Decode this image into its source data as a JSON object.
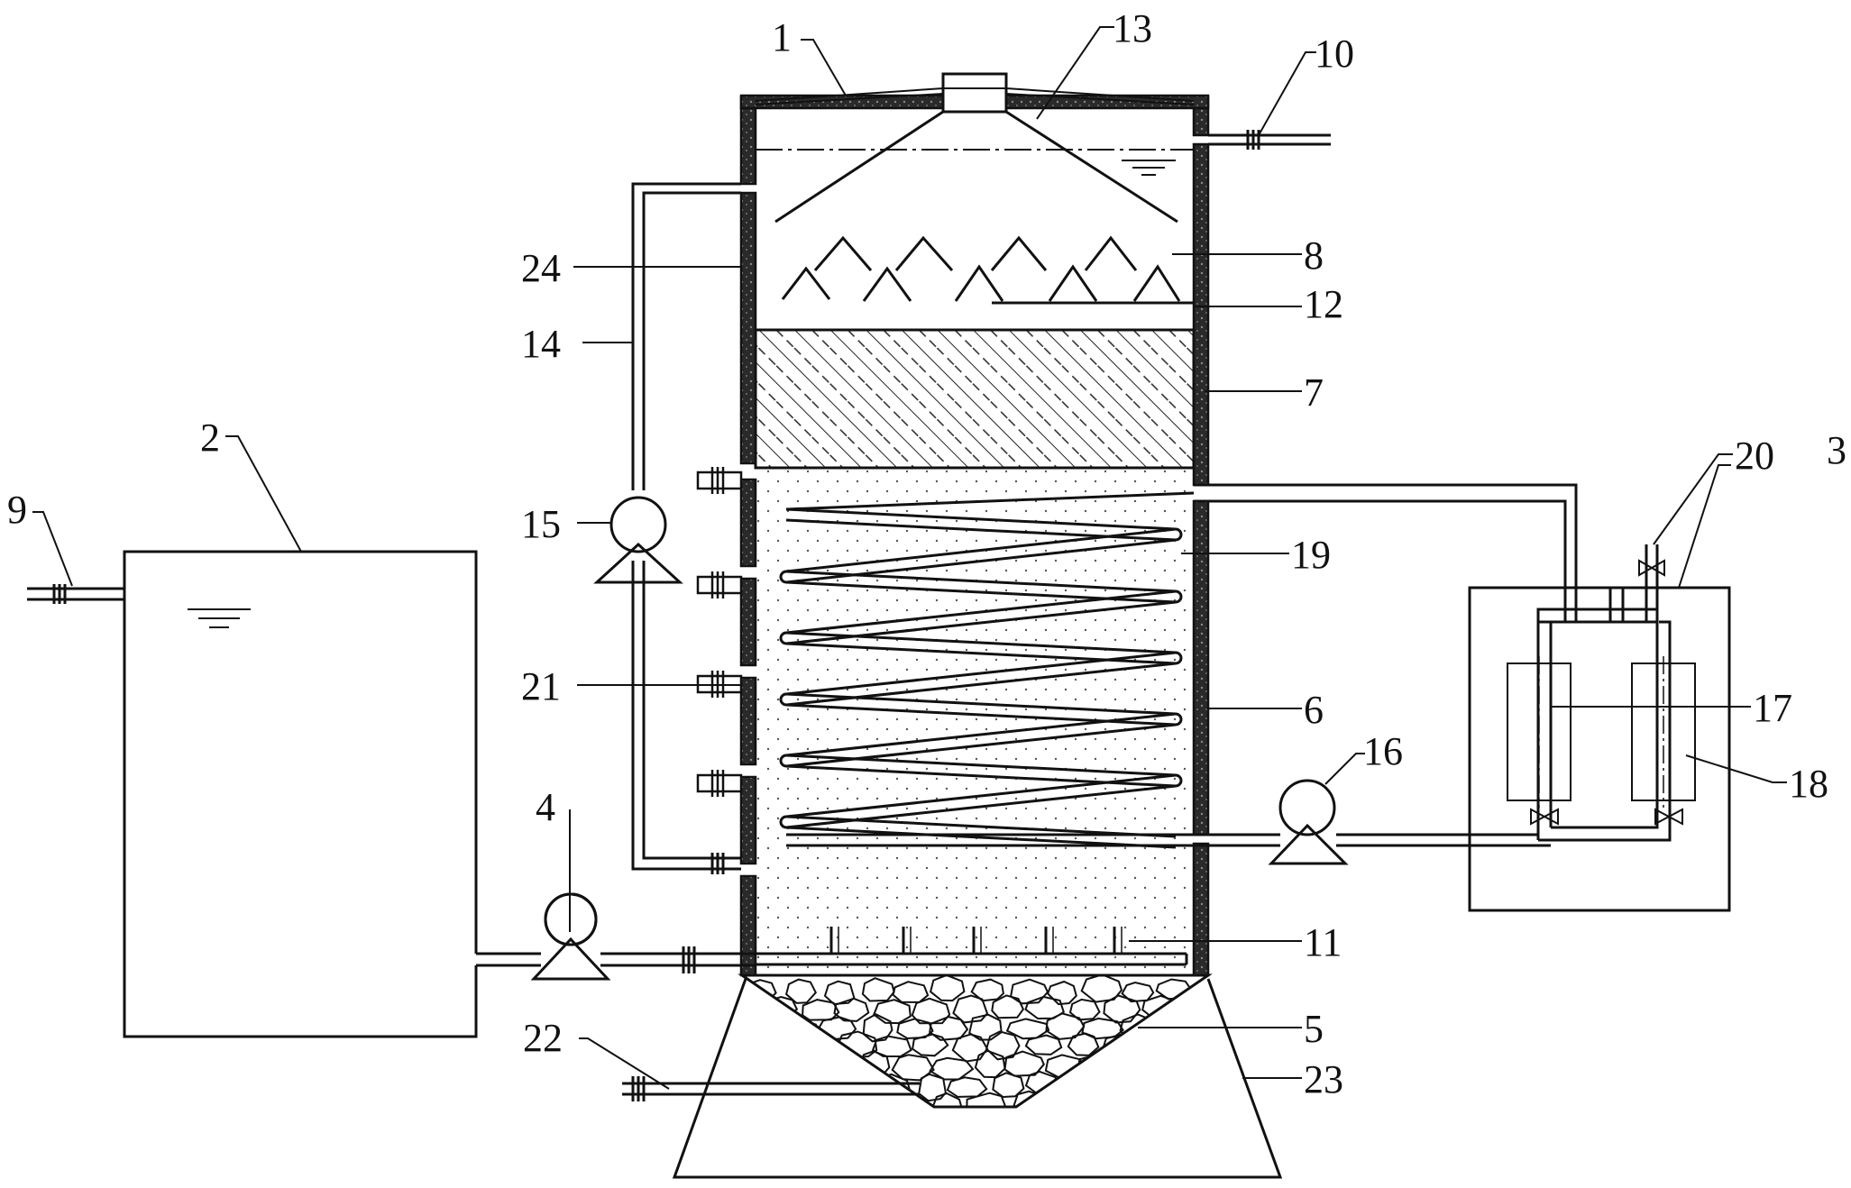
{
  "labels": {
    "reactor": "1",
    "feed_tank": "2",
    "heat_box": "3",
    "feed_pump": "4",
    "gravel_bed": "5",
    "reaction_zone": "6",
    "packing_layer": "7",
    "settling_zone": "8",
    "inlet_pipe": "9",
    "outlet_pipe": "10",
    "distributor": "11",
    "baffles": "12",
    "gas_hood": "13",
    "recycle_pipe": "14",
    "recycle_pump": "15",
    "heating_pump": "16",
    "heater_a": "17",
    "heater_b": "18",
    "heating_coil": "19",
    "vent_valve": "20",
    "sampling_ports": "21",
    "drain_pipe": "22",
    "support_base": "23",
    "insulation": "24"
  }
}
